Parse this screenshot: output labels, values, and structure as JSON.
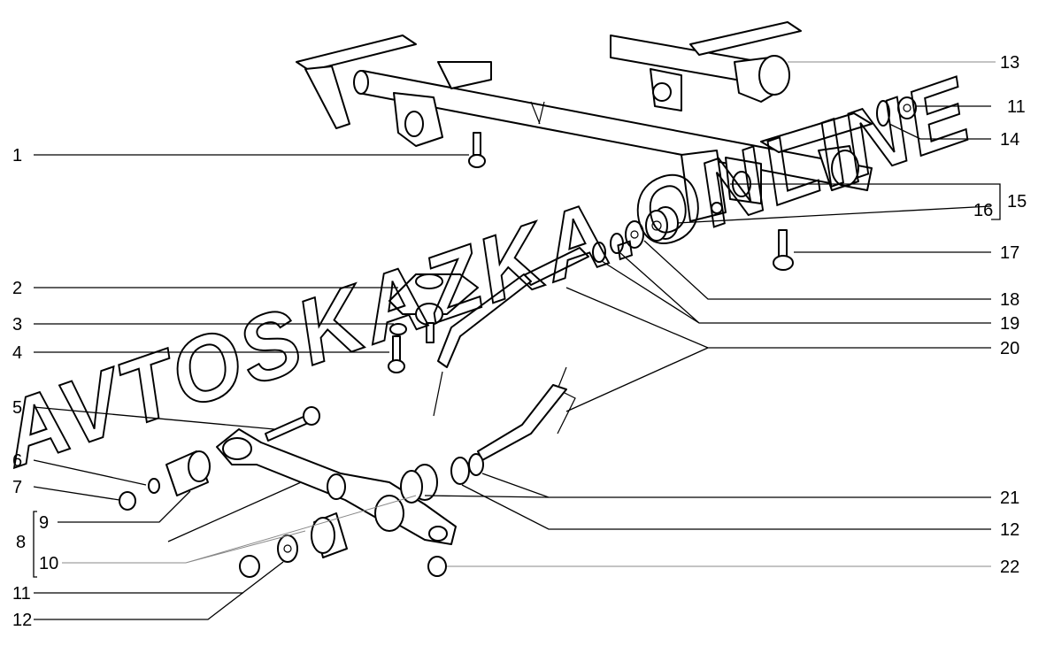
{
  "watermark": "AVTOSKAZKA.ONLINE",
  "callouts_left": [
    "1",
    "2",
    "3",
    "4",
    "5",
    "6",
    "7",
    "8",
    "9",
    "10",
    "11",
    "12"
  ],
  "callouts_right": [
    "13",
    "11",
    "14",
    "15",
    "16",
    "17",
    "18",
    "19",
    "20",
    "21",
    "12",
    "22"
  ]
}
